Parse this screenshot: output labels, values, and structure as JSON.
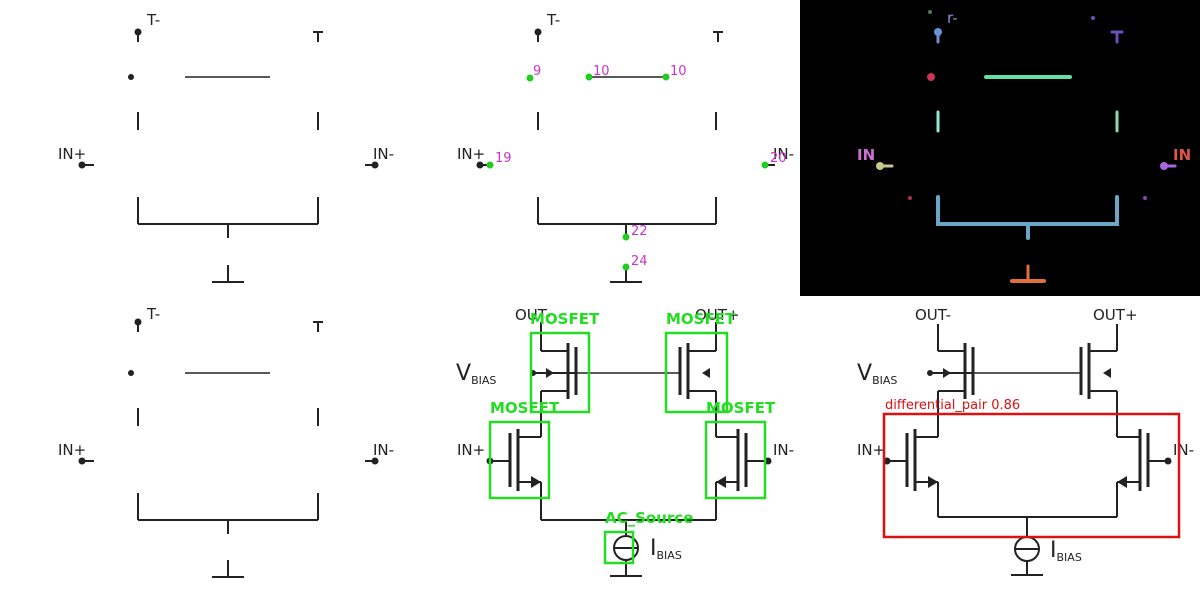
{
  "panels": {
    "wires_a": {
      "top_left_label": "T-",
      "in_plus": "IN+",
      "in_minus": "IN-"
    },
    "keypoints": {
      "top_left_label": "T-",
      "in_plus": "IN+",
      "in_minus": "IN-",
      "points": [
        {
          "id": "9"
        },
        {
          "id": "10"
        },
        {
          "id": "10"
        },
        {
          "id": "19"
        },
        {
          "id": "20"
        },
        {
          "id": "22"
        },
        {
          "id": "24"
        }
      ]
    },
    "segmentation": {
      "top_left_label": "r-",
      "in_plus": "IN",
      "in_minus": "IN"
    },
    "wires_b": {
      "top_left_label": "T-",
      "in_plus": "IN+",
      "in_minus": "IN-"
    },
    "components": {
      "out_minus": "OUT-",
      "out_plus": "OUT+",
      "vbias_main": "V",
      "vbias_sub": "BIAS",
      "in_plus": "IN+",
      "in_minus": "IN-",
      "ibias_main": "I",
      "ibias_sub": "BIAS",
      "detections": [
        {
          "label": "MOSFET"
        },
        {
          "label": "MOSFET"
        },
        {
          "label": "MOSFET"
        },
        {
          "label": "MOSFET"
        },
        {
          "label": "AC_Source"
        }
      ]
    },
    "subcircuit": {
      "out_minus": "OUT-",
      "out_plus": "OUT+",
      "vbias_main": "V",
      "vbias_sub": "BIAS",
      "in_plus": "IN+",
      "in_minus": "IN-",
      "ibias_main": "I",
      "ibias_sub": "BIAS",
      "detection_label": "differential_pair 0.86"
    }
  },
  "colors": {
    "wire": "#222222",
    "keypoint": "#22cc22",
    "keypoint_label": "#cc33cc",
    "component_box": "#22dd22",
    "subcircuit_box": "#dd1111",
    "seg_background": "#000000"
  }
}
